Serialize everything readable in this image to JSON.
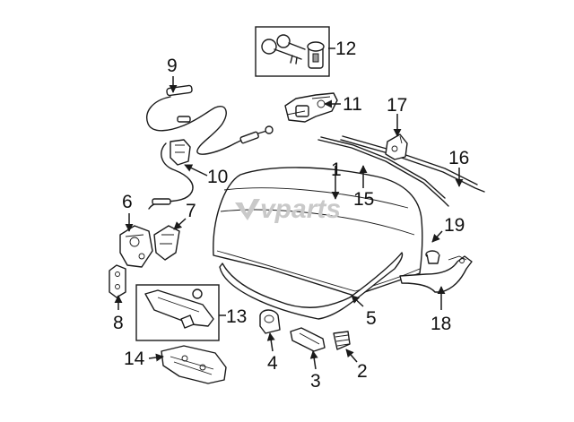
{
  "watermark": "vparts",
  "callouts": [
    "1",
    "2",
    "3",
    "4",
    "5",
    "6",
    "7",
    "8",
    "9",
    "10",
    "11",
    "12",
    "13",
    "14",
    "15",
    "16",
    "17",
    "18",
    "19"
  ],
  "colors": {
    "line": "#1a1a1a",
    "background": "#ffffff",
    "watermark": "#c9c9c9"
  }
}
